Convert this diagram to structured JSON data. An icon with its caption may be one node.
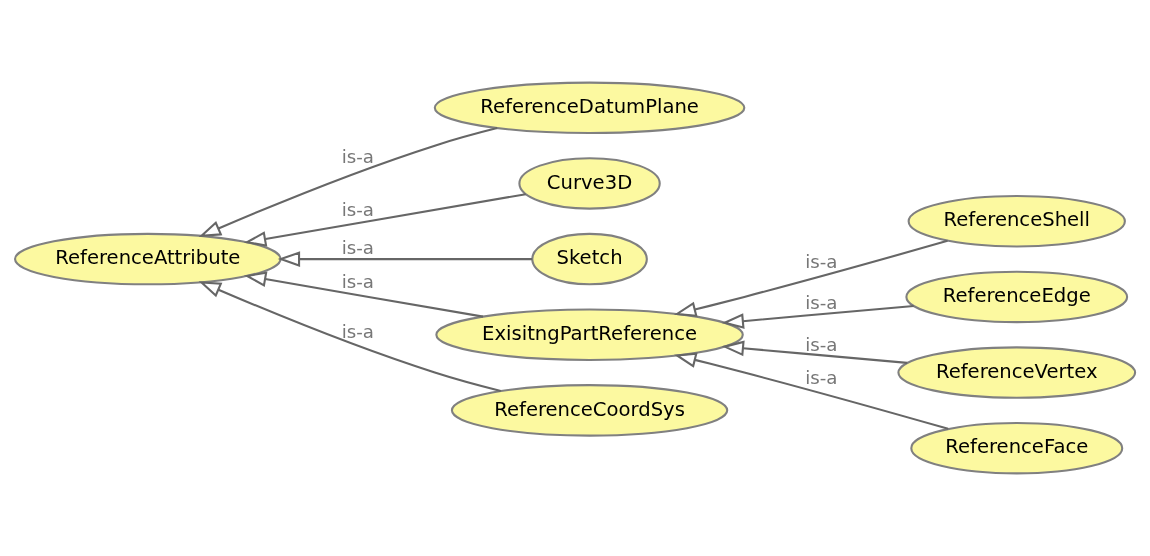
{
  "diagram": {
    "nodes": [
      {
        "text": [
          "ReferenceAttribute"
        ]
      },
      {
        "text": [
          "ReferenceDatumPlane"
        ]
      },
      {
        "text": [
          "Curve3D"
        ]
      },
      {
        "text": [
          "Sketch"
        ]
      },
      {
        "text": [
          "ExisitngPartReference"
        ]
      },
      {
        "text": [
          "ReferenceCoordSys"
        ]
      },
      {
        "text": [
          "ReferenceShell"
        ]
      },
      {
        "text": [
          "ReferenceEdge"
        ]
      },
      {
        "text": [
          "ReferenceVertex"
        ]
      },
      {
        "text": [
          "ReferenceFace"
        ]
      }
    ],
    "edges": [
      {
        "from": 1,
        "to": 0,
        "arrow": "to",
        "label": "is-a"
      },
      {
        "from": 2,
        "to": 0,
        "arrow": "to",
        "label": "is-a"
      },
      {
        "from": 3,
        "to": 0,
        "arrow": "to",
        "label": "is-a"
      },
      {
        "from": 4,
        "to": 0,
        "arrow": "to",
        "label": "is-a"
      },
      {
        "from": 5,
        "to": 0,
        "arrow": "to",
        "label": "is-a"
      },
      {
        "from": 6,
        "to": 4,
        "arrow": "to",
        "label": "is-a"
      },
      {
        "from": 7,
        "to": 4,
        "arrow": "to",
        "label": "is-a"
      },
      {
        "from": 8,
        "to": 4,
        "arrow": "to",
        "label": "is-a"
      },
      {
        "from": 9,
        "to": 4,
        "arrow": "to",
        "label": "is-a"
      }
    ]
  }
}
